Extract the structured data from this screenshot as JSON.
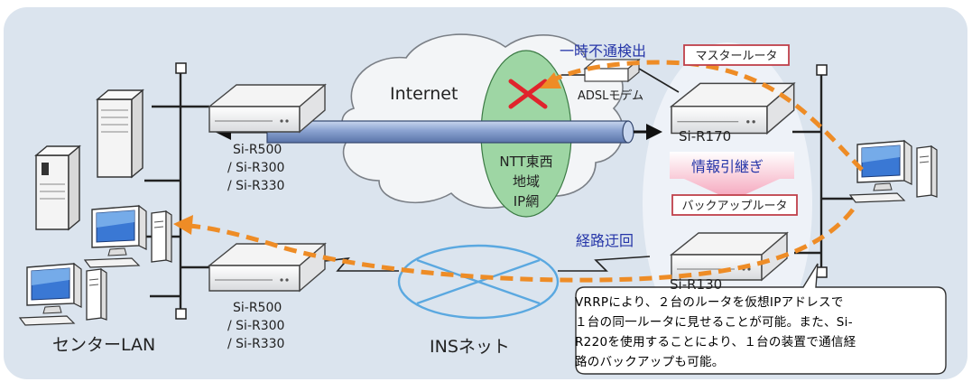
{
  "labels": {
    "internet": "Internet",
    "ntt": [
      "NTT東西",
      "地域",
      "IP網"
    ],
    "adsl_modem": "ADSLモデム",
    "temp_failure": "一時不通検出",
    "master_router": "マスタールータ",
    "si_r170": "Si-R170",
    "handover": "情報引継ぎ",
    "backup_router": "バックアップルータ",
    "route_bypass": "経路迂回",
    "si_r130": "Si-R130",
    "top_router_models": [
      "Si-R500",
      "/ Si-R300",
      "/ Si-R330"
    ],
    "bottom_router_models": [
      "Si-R500",
      "/ Si-R300",
      "/ Si-R330"
    ],
    "center_lan": "センターLAN",
    "ins_net": "INSネット"
  },
  "callout": {
    "lines": [
      "VRRPにより、２台のルータを仮想IPアドレスで",
      "１台の同一ルータに見せることが可能。また、Si-",
      "R220を使用することにより、１台の装置で通信経",
      "路のバックアップも可能。"
    ]
  },
  "colors": {
    "panel": "#dbe4ee",
    "highlight": "#eef2f8",
    "cloud": "#f3f5f7",
    "ntt_ellipse": "#9ed6a4",
    "tunnel": "#8fa8d4",
    "orange_path": "#ee8c26",
    "label_blue": "#2535a8",
    "label_border": "#c0404a",
    "fail_mark": "#e0242c",
    "ins_lines": "#5aa8e0"
  },
  "icons": [
    "server-tower-icon",
    "pc-icon",
    "router-icon",
    "modem-icon",
    "cross-failure-icon",
    "lightning-icon"
  ]
}
